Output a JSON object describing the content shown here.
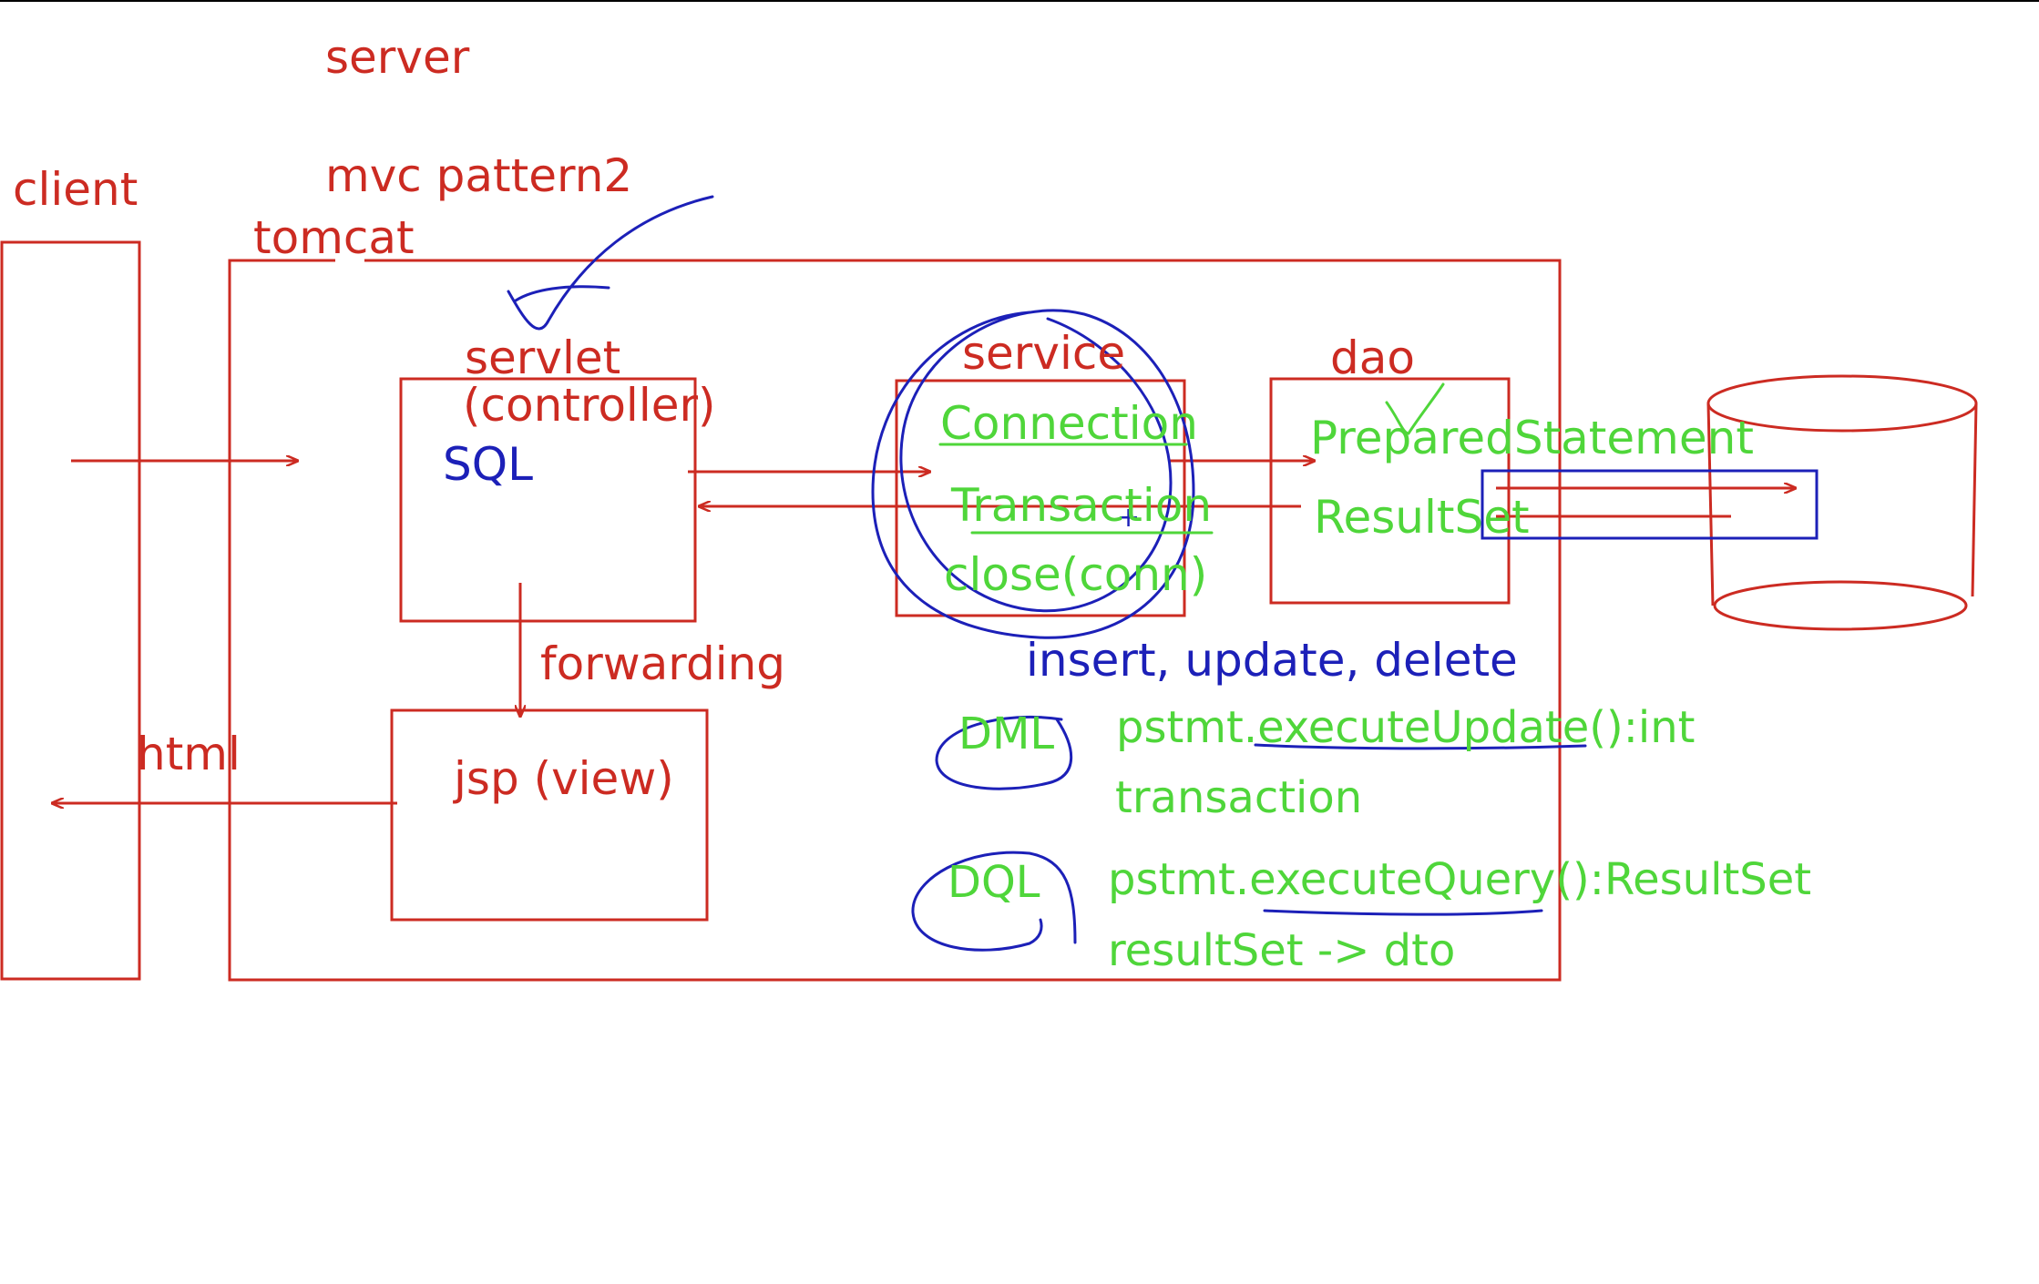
{
  "labels": {
    "server": "server",
    "mvc": "mvc pattern2",
    "client": "client",
    "tomcat": "tomcat",
    "servlet": "servlet",
    "controller": "(controller)",
    "sql": "SQL",
    "forwarding": "forwarding",
    "jsp": "jsp (view)",
    "html": "html",
    "service": "service",
    "connection": "Connection",
    "transaction": "Transaction",
    "close": "close(conn)",
    "dao": "dao",
    "prepared_statement": "PreparedStatement",
    "result_set": "ResultSet",
    "insert_update_delete": "insert, update, delete",
    "dml": "DML",
    "execute_update": "pstmt.executeUpdate():int",
    "transaction_note": "transaction",
    "dql": "DQL",
    "execute_query": "pstmt.executeQuery():ResultSet",
    "result_to_dto": "resultSet -> dto"
  },
  "colors": {
    "red": "#cc2b22",
    "blue": "#1c20b8",
    "green": "#4fd63a"
  }
}
